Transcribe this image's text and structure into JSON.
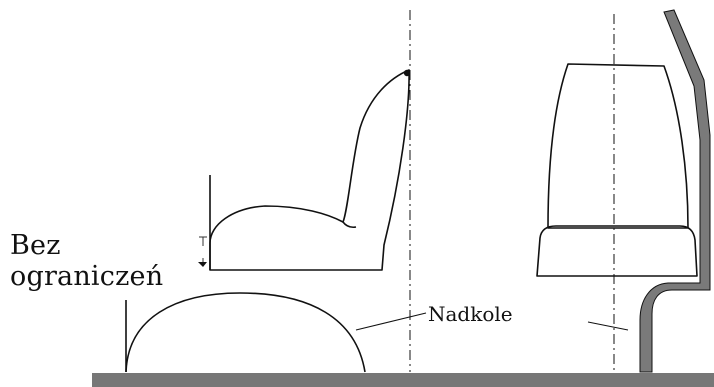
{
  "labels": {
    "no_limits_line1": "Bez",
    "no_limits_line2": "ograniczeń",
    "wheel_arch": "Nadkole"
  },
  "colors": {
    "line": "#111111",
    "floor": "#777777",
    "wall": "#707070",
    "background": "#ffffff"
  }
}
